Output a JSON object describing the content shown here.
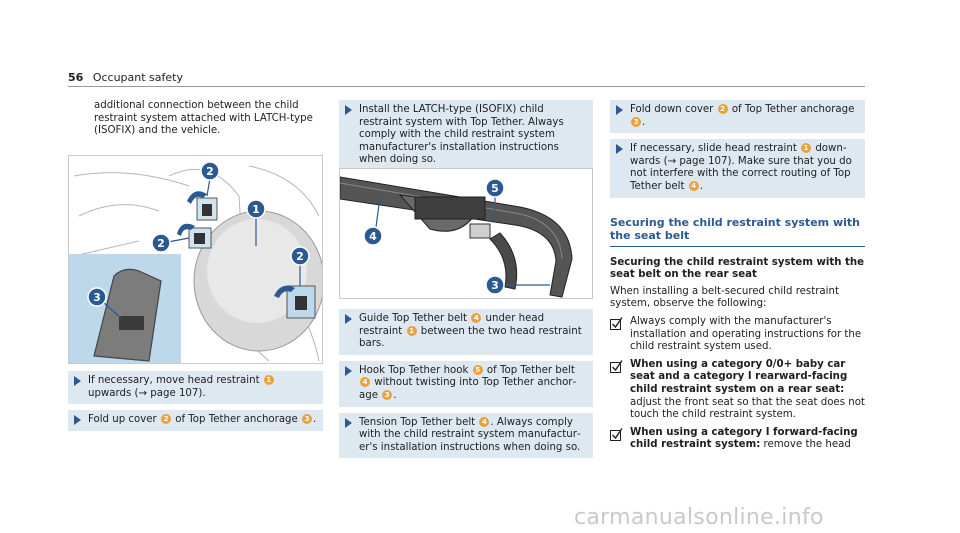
{
  "header": {
    "page_number": "56",
    "section": "Occupant safety"
  },
  "col1": {
    "intro": "additional connection between the child restraint system attached with LATCH-type (ISOFIX) and the vehicle.",
    "figure": {
      "callouts": [
        "2",
        "1",
        "2",
        "2",
        "3"
      ]
    },
    "step1": {
      "a": "If necessary, move head restraint",
      "n1": "1",
      "b": "upwards (→ page 107)."
    },
    "step2": {
      "a": "Fold up cover",
      "n1": "2",
      "b": "of Top Tether anchorage",
      "n2": "3",
      "c": "."
    }
  },
  "col2": {
    "step1": "Install the LATCH-type (ISOFIX) child restraint system with Top Tether. Always comply with the child restraint system manufacturer's installation instructions when doing so.",
    "figure": {
      "callouts": [
        "5",
        "4",
        "3"
      ]
    },
    "step2": {
      "a": "Guide Top Tether belt",
      "n1": "4",
      "b": "under head restraint",
      "n2": "1",
      "c": "between the two head restraint bars."
    },
    "step3": {
      "a": "Hook Top Tether hook",
      "n1": "5",
      "b": "of Top Tether belt",
      "n2": "4",
      "c": "without twisting into Top Tether anchor­age",
      "n3": "3",
      "d": "."
    },
    "step4": {
      "a": "Tension Top Tether belt",
      "n1": "4",
      "b": ". Always comply with the child restraint system manufactur­er's installation instructions when doing so."
    }
  },
  "col3": {
    "step1": {
      "a": "Fold down cover",
      "n1": "2",
      "b": "of Top Tether anchorage",
      "n2": "3",
      "c": "."
    },
    "step2": {
      "a": "If necessary, slide head restraint",
      "n1": "1",
      "b": "down­wards (→ page 107). Make sure that you do not interfere with the correct routing of Top Tether belt",
      "n2": "4",
      "c": "."
    },
    "section_title": "Securing the child restraint system with the seat belt",
    "sub_title": "Securing the child restraint system with the seat belt on the rear seat",
    "para": "When installing a belt-secured child restraint system, observe the following:",
    "check1": "Always comply with the manufacturer's installation and operating instructions for the child restraint system used.",
    "check2_bold": "When using a category 0/0+ baby car seat and a category I rearward-facing child restraint system on a rear seat:",
    "check2_text": " adjust the front seat so that the seat does not touch the child restraint system.",
    "check3_bold": "When using a category I forward-facing child restraint system:",
    "check3_text": " remove the head"
  },
  "watermark": "carmanualsonline.info",
  "colors": {
    "accent": "#2b5a92",
    "step_bg": "#dde8f1",
    "callout_num": "#e8a33a"
  }
}
